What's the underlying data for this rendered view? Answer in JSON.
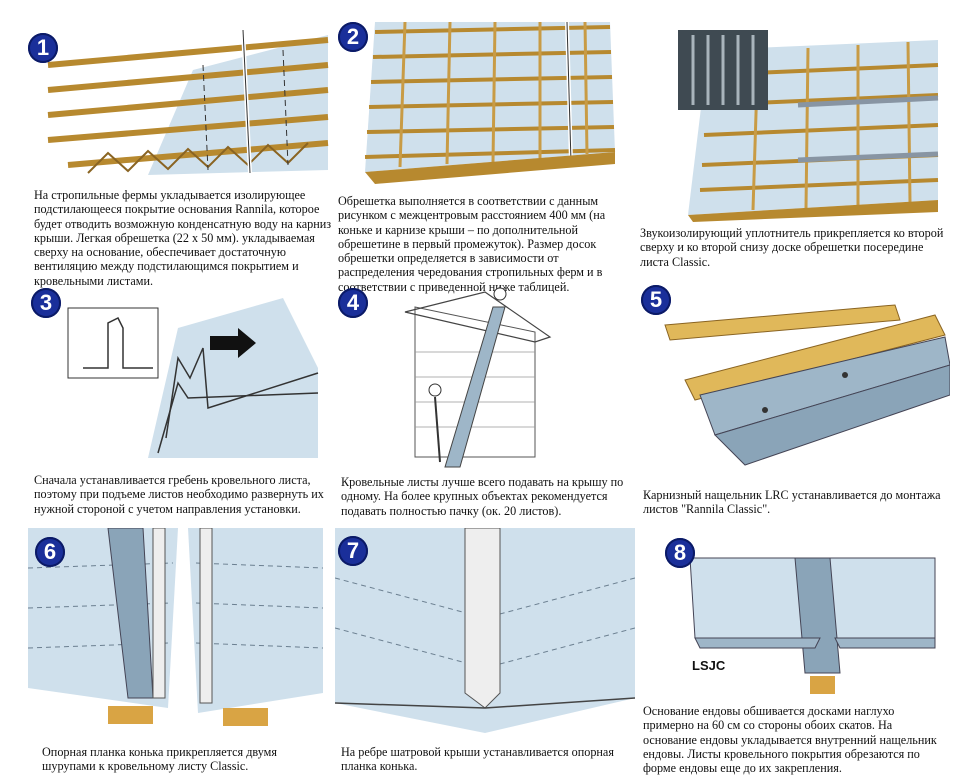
{
  "panels": [
    {
      "number": "1",
      "caption": "На стропильные фермы укладывается изолирующее подстилающееся покрытие основания Rannila, которое будет отводить возможную конденсатную воду на карниз крыши. Легкая обрешетка (22 х 50 мм). укладываемая сверху на основание, обеспечивает достаточную вентиляцию между подстилающимся покрытием и кровельными листами."
    },
    {
      "number": "2",
      "caption": "Обрешетка выполняется в соответствии с данным рисунком с межцентровым расстоянием 400 мм (на коньке и карнизе крыши – по дополнительной обрешетине в первый промежуток). Размер досок обрешетки определяется в зависимости от распределения чередования стропильных ферм и в соответствии с  приведенной ниже таблицей."
    },
    {
      "number": "",
      "caption": "Звукоизолирующий уплотнитель прикрепляется ко второй сверху и ко второй снизу доске обрешетки посередине листа Classic."
    },
    {
      "number": "3",
      "caption": "Сначала устанавливается гребень кровельного листа, поэтому при подъеме листов необходимо развернуть их нужной стороной с учетом направления установки."
    },
    {
      "number": "4",
      "caption": "Кровельные листы лучше всего подавать на крышу по одному. На более крупных объектах рекомендуется подавать полностью пачку (ок. 20 листов)."
    },
    {
      "number": "5",
      "caption": "Карнизный нащельник LRC устанавливается до монтажа листов \"Rannila Classic\"."
    },
    {
      "number": "6",
      "caption": "Опорная планка конька прикрепляется двумя шурупами к кровельному листу Classic."
    },
    {
      "number": "7",
      "caption": "На ребре шатровой крыши устанавливается опорная планка конька."
    },
    {
      "number": "8",
      "caption": "Основание ендовы обшивается досками наглухо примерно на 60 см со стороны обоих скатов. На основание ендовы укладывается внутренний нащельник ендовы. Листы кровельного покрытия обрезаются по форме ендовы еще до их закрепления."
    }
  ],
  "labels": {
    "valley_flashing": "LSJC"
  }
}
